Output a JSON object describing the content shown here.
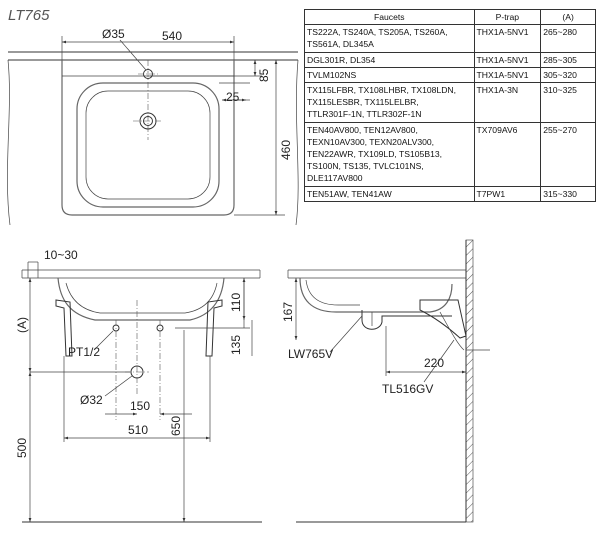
{
  "title": "LT765",
  "table": {
    "headers": {
      "faucets": "Faucets",
      "ptrap": "P-trap",
      "a": "(A)"
    },
    "rows": [
      {
        "faucets": [
          "TS222A, TS240A, TS205A, TS260A,",
          "TS561A, DL345A"
        ],
        "ptrap": "THX1A-5NV1",
        "a": "265~280"
      },
      {
        "faucets": [
          "DGL301R, DL354"
        ],
        "ptrap": "THX1A-5NV1",
        "a": "285~305"
      },
      {
        "faucets": [
          "TVLM102NS"
        ],
        "ptrap": "THX1A-5NV1",
        "a": "305~320"
      },
      {
        "faucets": [
          "TX115LFBR, TX108LHBR, TX108LDN,",
          "TX115LESBR, TX115LELBR,",
          "TTLR301F-1N, TTLR302F-1N"
        ],
        "ptrap": "THX1A-3N",
        "a": "310~325"
      },
      {
        "faucets": [
          "TEN40AV800, TEN12AV800,",
          "TEXN10AV300, TEXN20ALV300,",
          "TEN22AWR, TX109LD, TS105B13,",
          "TS100N, TS135, TVLC101NS,",
          "DLE117AV800"
        ],
        "ptrap": "TX709AV6",
        "a": "255~270"
      },
      {
        "faucets": [
          "TEN51AW, TEN41AW"
        ],
        "ptrap": "T7PW1",
        "a": "315~330"
      }
    ]
  },
  "top_view": {
    "hole_dia": "Ø35",
    "width": "540",
    "d85": "85",
    "d25": "25",
    "depth": "460"
  },
  "front_view": {
    "d10_30": "10~30",
    "d110": "110",
    "d135": "135",
    "pt": "PT1/2",
    "dia32": "Ø32",
    "d150": "150",
    "d510": "510",
    "d650": "650",
    "d500": "500",
    "a_label": "(A)"
  },
  "side_view": {
    "d167": "167",
    "lw": "LW765V",
    "d220": "220",
    "tl": "TL516GV"
  },
  "colors": {
    "line": "#333333",
    "wall_hatch": "#555555",
    "title": "#555555"
  }
}
